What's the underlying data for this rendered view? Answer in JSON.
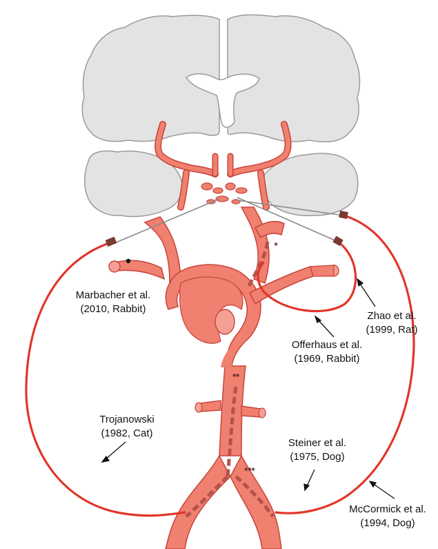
{
  "colors": {
    "brain_fill": "#e3e3e3",
    "brain_stroke": "#9a9a9a",
    "vessel_fill": "#f0806f",
    "vessel_stroke": "#c8423a",
    "catheter": "#e0362a",
    "guidewire": "#8a8a8a",
    "catheter_tip": "#7a3a32",
    "dashed_path": "#b5524a",
    "text": "#111111"
  },
  "annotations": {
    "marbacher": {
      "line1": "Marbacher et al.",
      "line2": "(2010, Rabbit)"
    },
    "zhao": {
      "line1": "Zhao et al.",
      "line2": "(1999, Rat)"
    },
    "offerhaus": {
      "line1": "Offerhaus et al.",
      "line2": "(1969, Rabbit)"
    },
    "trojanowski": {
      "line1": "Trojanowski",
      "line2": "(1982, Cat)"
    },
    "steiner": {
      "line1": "Steiner et al.",
      "line2": "(1975, Dog)"
    },
    "mccormick": {
      "line1": "McCormick et al.",
      "line2": "(1994, Dog)"
    }
  },
  "markers": {
    "single": "*",
    "double": "**",
    "triple": "***"
  }
}
